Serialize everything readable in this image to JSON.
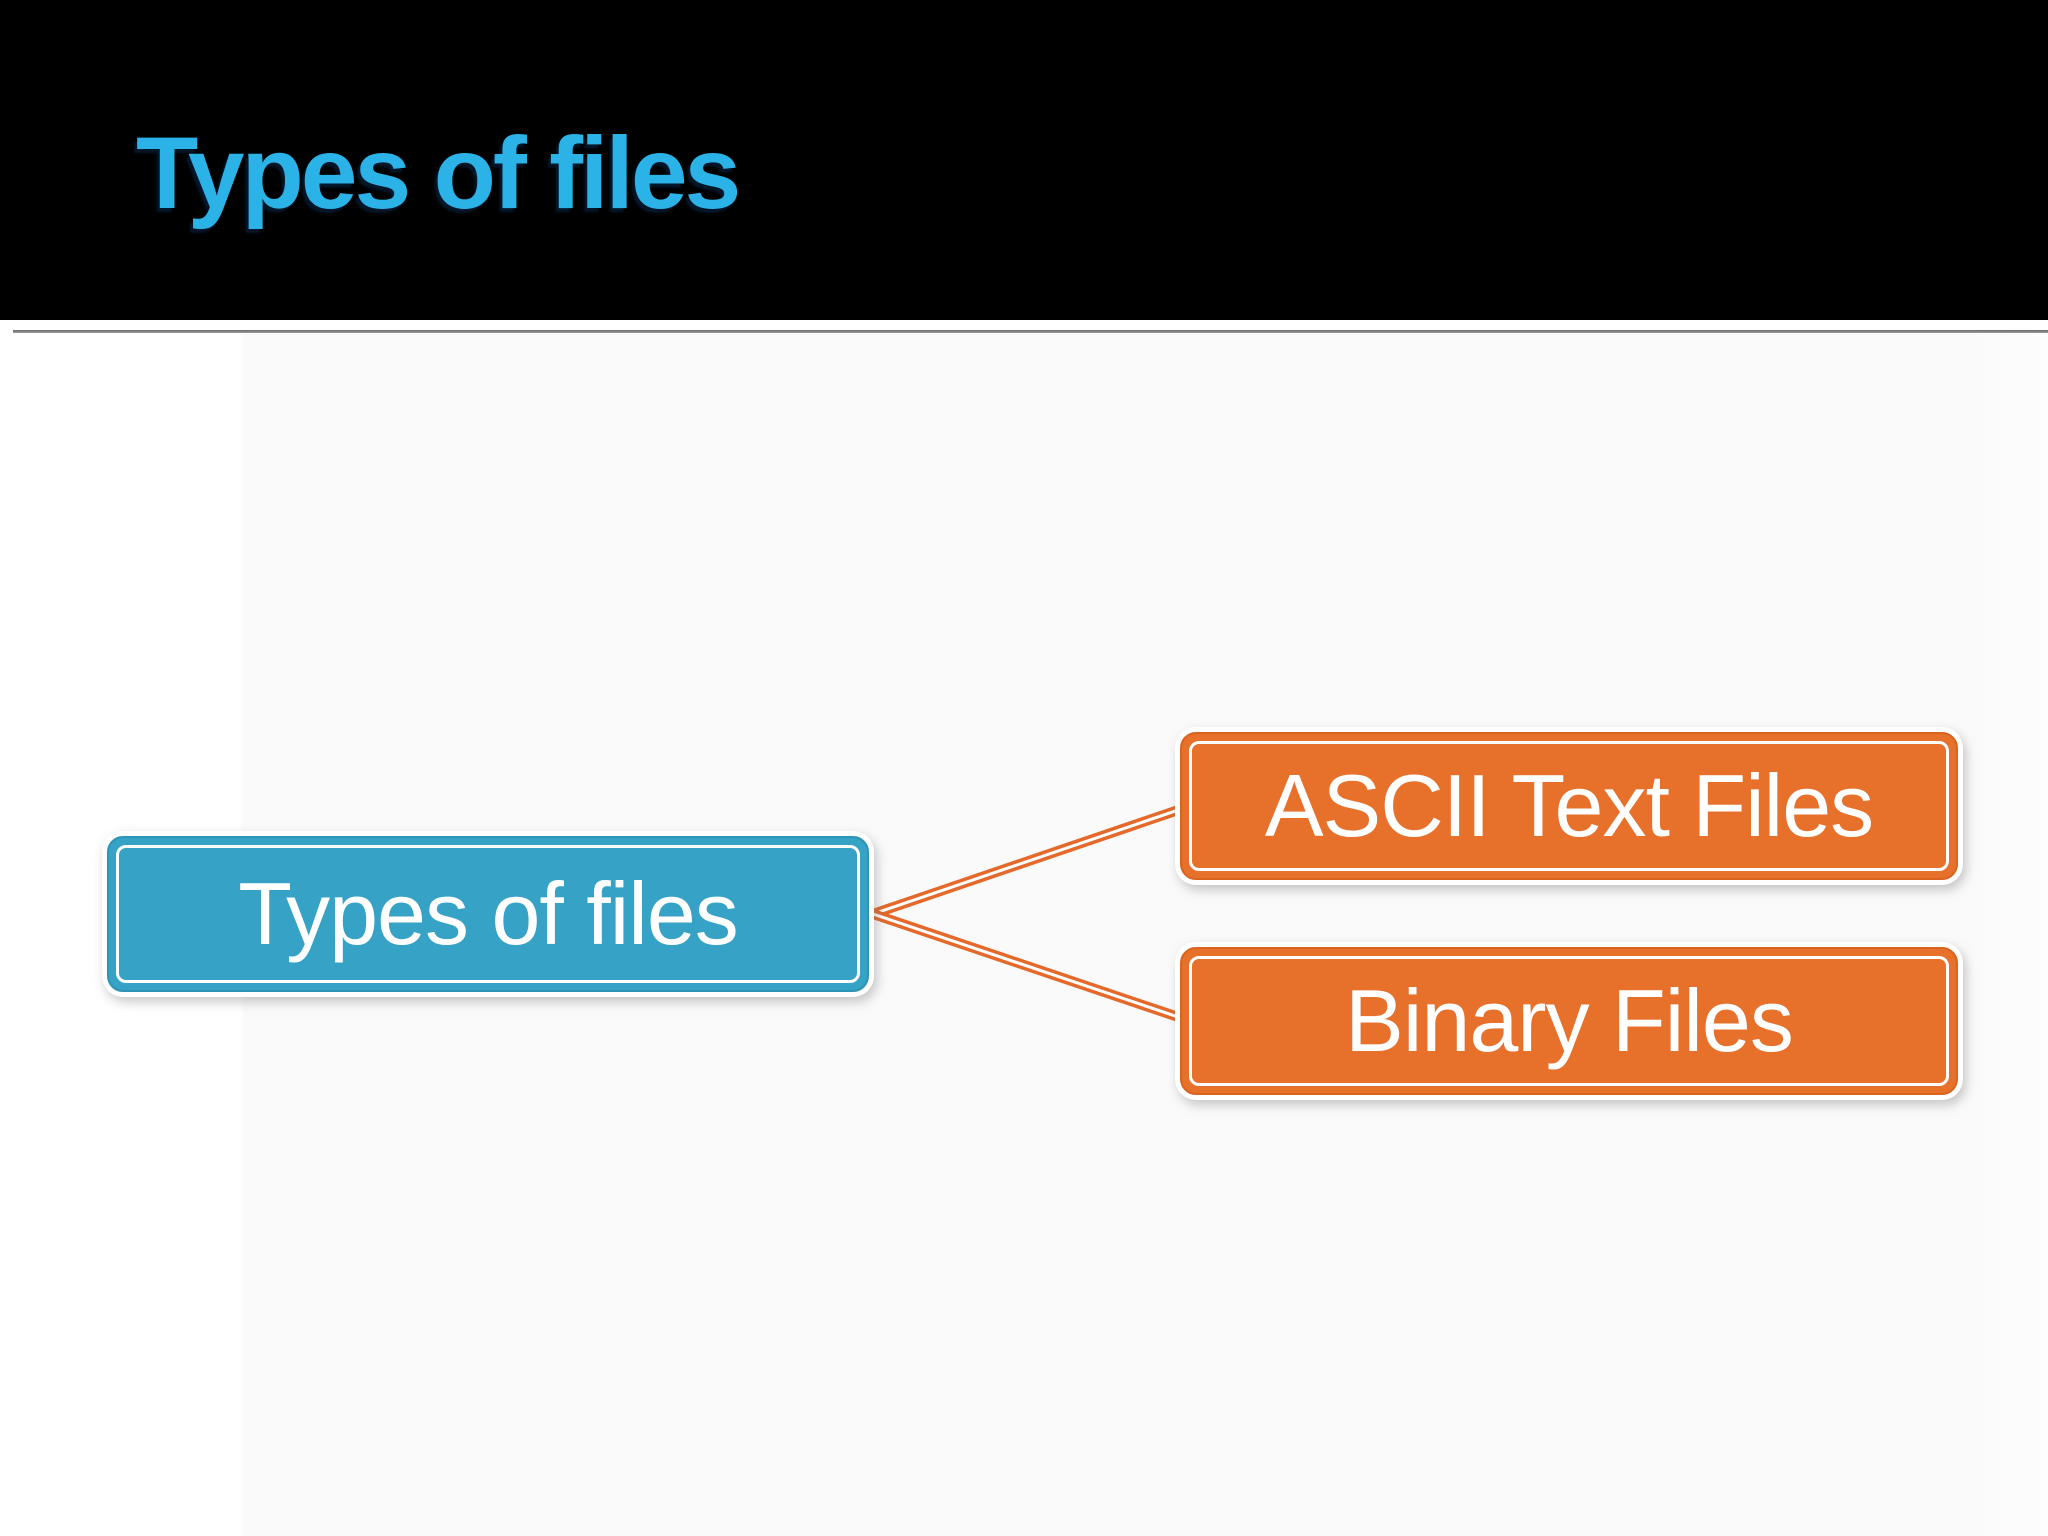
{
  "slide": {
    "title": "Types of files",
    "colors": {
      "header_background": "#000000",
      "title_text": "#2bb2e7",
      "divider_gray": "#7d7d7d",
      "root_node_fill": "#35a2c6",
      "child_node_fill": "#e7702b",
      "connector_orange": "#e4692a",
      "node_text": "#ffffff"
    }
  },
  "diagram": {
    "root": {
      "label": "Types of files"
    },
    "children": [
      {
        "id": "ascii",
        "label": "ASCII Text Files"
      },
      {
        "id": "binary",
        "label": "Binary Files"
      }
    ]
  }
}
